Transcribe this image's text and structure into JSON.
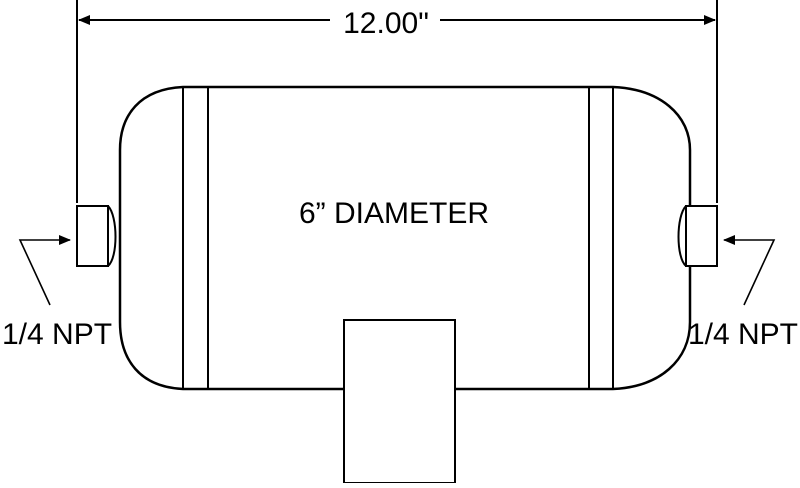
{
  "diagram": {
    "overall_length_label": "12.00\"",
    "diameter_label": "6” DIAMETER",
    "left_port_label": "1/4 NPT",
    "right_port_label": "1/4 NPT"
  },
  "colors": {
    "line": "#000000",
    "background": "#ffffff"
  }
}
